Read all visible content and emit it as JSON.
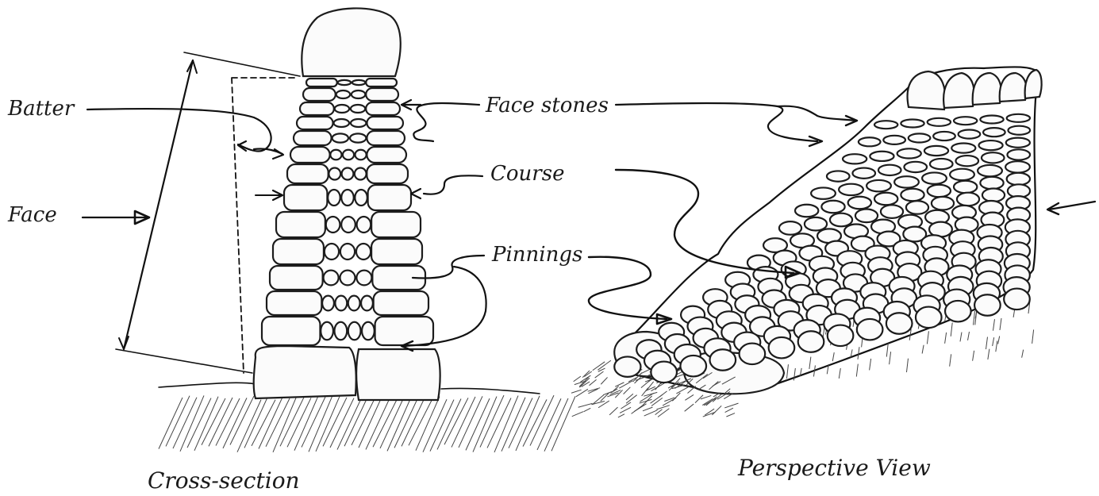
{
  "labels": {
    "batter": "Batter",
    "face": "Face",
    "face_stones": "Face stones",
    "course": "Course",
    "pinnings": "Pinnings"
  },
  "captions": {
    "cross_section": "Cross-section",
    "perspective_view": "Perspective View"
  },
  "colors": {
    "ink": "#111111",
    "background": "#ffffff"
  }
}
